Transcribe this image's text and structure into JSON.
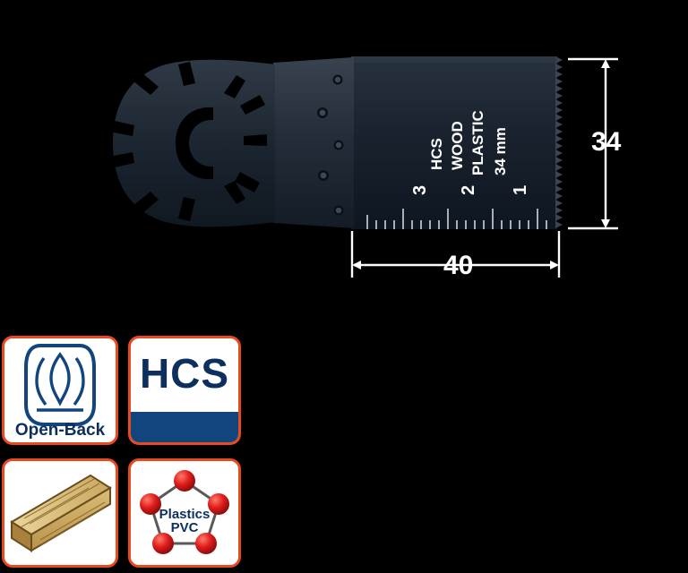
{
  "product": {
    "blade_markings": [
      "HCS",
      "WOOD",
      "PLASTIC",
      "34 mm"
    ],
    "ruler_ticks": [
      "3",
      "2",
      "1"
    ]
  },
  "dimensions": {
    "height_label": "34",
    "width_label": "40"
  },
  "icons": [
    {
      "id": "open-back",
      "caption": "Open-Back",
      "icon_name": "open-back-blade-icon",
      "border_color": "#e8491f",
      "text_color": "#0d2f5e"
    },
    {
      "id": "hcs",
      "caption": "HCS",
      "icon_name": "hcs-material-icon",
      "border_color": "#e8491f",
      "text_color": "#0d2f5e",
      "bar_color": "#12447e"
    },
    {
      "id": "wood",
      "caption": "",
      "icon_name": "wood-plank-icon",
      "border_color": "#e8491f"
    },
    {
      "id": "plastics",
      "caption": "",
      "icon_name": "plastics-pvc-icon",
      "label_line1": "Plastics",
      "label_line2": "PVC",
      "border_color": "#e8491f",
      "text_color": "#0d2f5e",
      "accent_color": "#e01b1b"
    }
  ],
  "colors": {
    "background": "#000000",
    "dimension_text": "#ffffff",
    "blade_body": "#1a2430",
    "blade_edge": "#2b3a4a"
  }
}
